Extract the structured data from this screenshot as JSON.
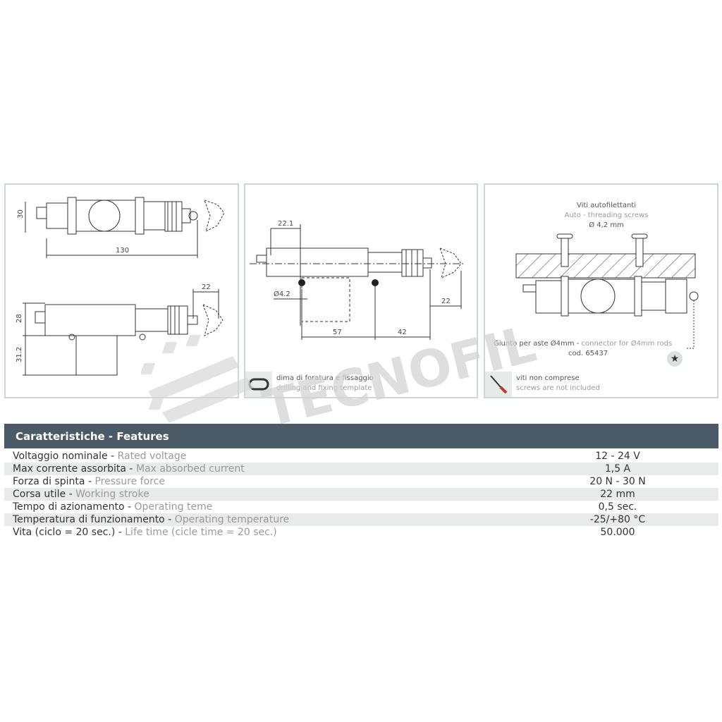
{
  "panel1": {
    "dims": {
      "d30": "30",
      "d130": "130",
      "d22": "22",
      "d28": "28",
      "d31": "31.2"
    }
  },
  "panel2": {
    "dims": {
      "d22_1": "22.1",
      "d4_2": "Ø4.2",
      "d57": "57",
      "d42": "42",
      "d22": "22"
    },
    "caption_it": "dima di foratura e fissaggio",
    "caption_en": "drilling and fixing template",
    "icon": "template-outline-icon"
  },
  "panel3": {
    "screws_it": "Viti autofilettanti",
    "screws_en": "Auto - threading screws",
    "screws_size": "Ø 4,2 mm",
    "connector_it": "Giunto per aste Ø4mm -",
    "connector_en": "connector for Ø4mm rods",
    "connector_code": "cod. 65437",
    "note_it": "viti non comprese",
    "note_en": "screws are not included",
    "icons": [
      "screwdriver-icon",
      "star-icon"
    ]
  },
  "watermark": "TECNOFIL",
  "features": {
    "title": "Caratteristiche - Features",
    "rows": [
      {
        "it": "Voltaggio nominale - ",
        "en": "Rated voltage",
        "value": "12 - 24 V"
      },
      {
        "it": "Max corrente assorbita - ",
        "en": "Max absorbed current",
        "value": "1,5 A"
      },
      {
        "it": "Forza di spinta - ",
        "en": "Pressure force",
        "value": "20 N - 30 N"
      },
      {
        "it": "Corsa utile - ",
        "en": "Working stroke",
        "value": "22 mm"
      },
      {
        "it": "Tempo di azionamento - ",
        "en": "Operating teme",
        "value": "0,5 sec."
      },
      {
        "it": "Temperatura di funzionamento - ",
        "en": "Operating temperature",
        "value": "-25/+80 °C"
      },
      {
        "it": "Vita (ciclo = 20 sec.) - ",
        "en": "Life time (cicle time = 20 sec.)",
        "value": "50.000"
      }
    ]
  }
}
